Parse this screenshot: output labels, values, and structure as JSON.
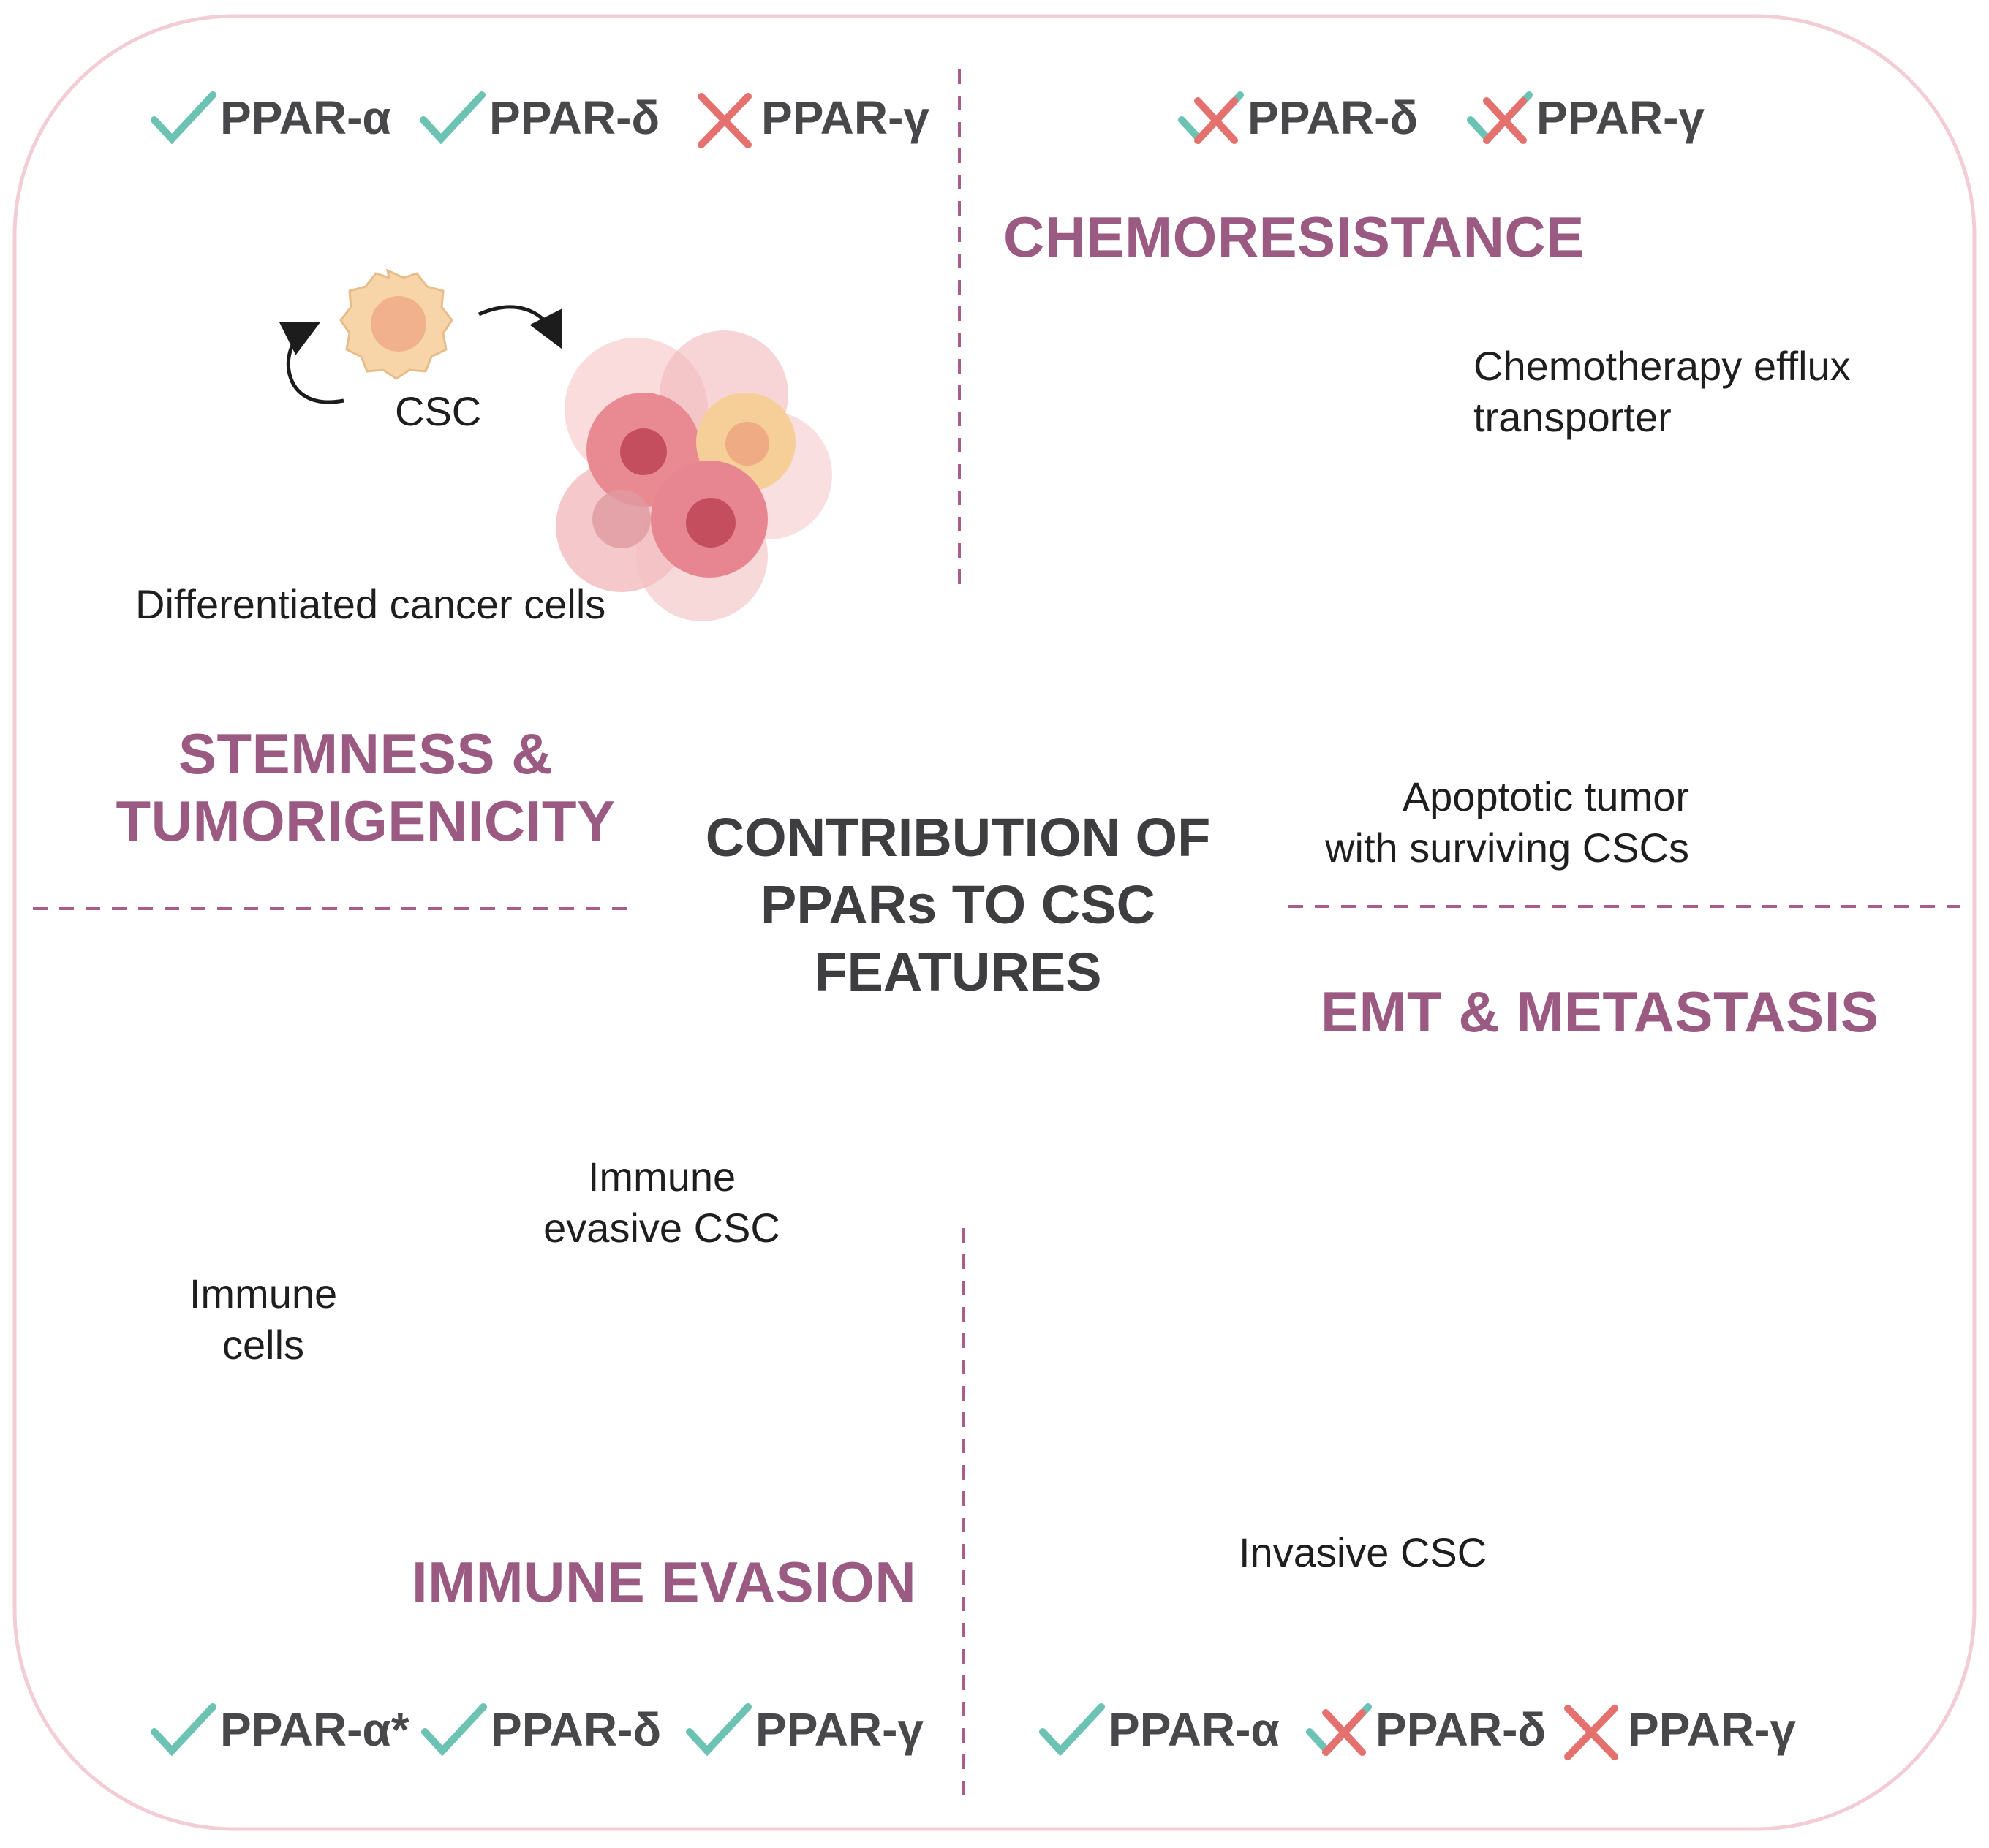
{
  "center": {
    "line1": "CONTRIBUTION OF",
    "line2": "PPARs TO CSC",
    "line3": "FEATURES"
  },
  "sections": {
    "stemness": {
      "title_line1": "STEMNESS &",
      "title_line2": "TUMORIGENICITY",
      "csc_label": "CSC",
      "differentiated_label": "Differentiated cancer cells",
      "markers": [
        {
          "label": "PPAR-α",
          "status": "check"
        },
        {
          "label": "PPAR-δ",
          "status": "check"
        },
        {
          "label": "PPAR-γ",
          "status": "cross"
        }
      ]
    },
    "chemoresistance": {
      "title": "CHEMORESISTANCE",
      "efflux_line1": "Chemotherapy efflux",
      "efflux_line2": "transporter",
      "apoptotic_line1": "Apoptotic tumor",
      "apoptotic_line2": "with surviving CSCs",
      "markers": [
        {
          "label": "PPAR-δ",
          "status": "mixed"
        },
        {
          "label": "PPAR-γ",
          "status": "mixed"
        }
      ]
    },
    "immune": {
      "title": "IMMUNE EVASION",
      "evasive_line1": "Immune",
      "evasive_line2": "evasive CSC",
      "cells_line1": "Immune",
      "cells_line2": "cells",
      "markers": [
        {
          "label": "PPAR-α*",
          "status": "check"
        },
        {
          "label": "PPAR-δ",
          "status": "check"
        },
        {
          "label": "PPAR-γ",
          "status": "check"
        }
      ]
    },
    "emt": {
      "title": "EMT & METASTASIS",
      "invasive_label": "Invasive CSC",
      "markers": [
        {
          "label": "PPAR-α",
          "status": "check"
        },
        {
          "label": "PPAR-δ",
          "status": "mixed"
        },
        {
          "label": "PPAR-γ",
          "status": "cross"
        }
      ]
    }
  },
  "colors": {
    "heading": "#9a5a82",
    "center_text": "#3e3e40",
    "center_circle": "#fbe8e8",
    "check": "#6cc2b3",
    "cross": "#e4716e",
    "border": "#f1c9d3",
    "divider": "#a85d8c",
    "csc_fill": "#f6cf98",
    "cancer_fill": "#e98a92"
  }
}
